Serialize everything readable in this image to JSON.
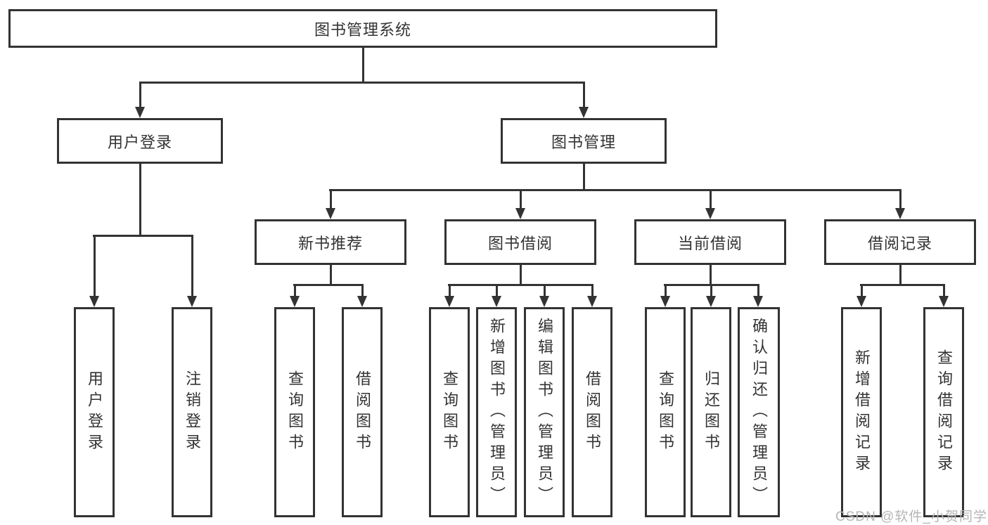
{
  "colors": {
    "line": "#333333",
    "text": "#333333",
    "background": "#ffffff",
    "watermark": "#b5b5b5"
  },
  "watermark": "CSDN @软件_小贺同学",
  "tree": {
    "root": "图书管理系统",
    "level2": [
      {
        "label": "用户登录",
        "leaves": [
          "用户登录",
          "注销登录"
        ]
      },
      {
        "label": "图书管理",
        "sections": [
          {
            "label": "新书推荐",
            "leaves": [
              "查询图书",
              "借阅图书"
            ]
          },
          {
            "label": "图书借阅",
            "leaves": [
              "查询图书",
              "新增图书（管理员）",
              "编辑图书（管理员）",
              "借阅图书"
            ]
          },
          {
            "label": "当前借阅",
            "leaves": [
              "查询图书",
              "归还图书",
              "确认归还（管理员）"
            ]
          },
          {
            "label": "借阅记录",
            "leaves": [
              "新增借阅记录",
              "查询借阅记录"
            ]
          }
        ]
      }
    ]
  }
}
